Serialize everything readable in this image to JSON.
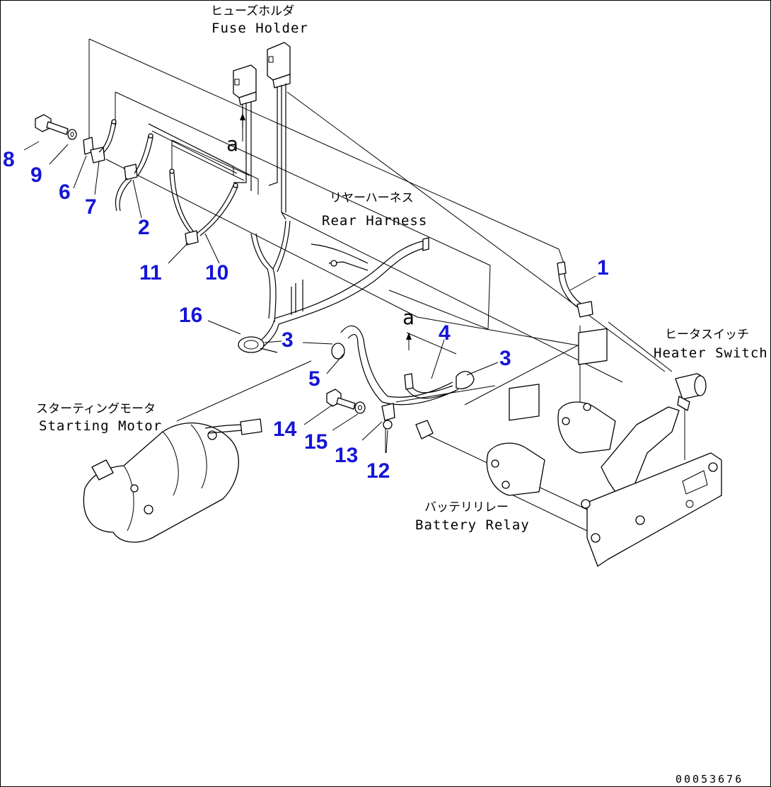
{
  "labels": {
    "fuse_holder_jp": "ヒューズホルダ",
    "fuse_holder_en": "Fuse Holder",
    "rear_harness_jp": "リヤーハーネス",
    "rear_harness_en": "Rear Harness",
    "heater_switch_jp": "ヒータスイッチ",
    "heater_switch_en": "Heater Switch",
    "starting_motor_jp": "スターティングモータ",
    "starting_motor_en": "Starting Motor",
    "battery_relay_jp": "バッテリリレー",
    "battery_relay_en": "Battery Relay"
  },
  "marks": {
    "a_upper": "a",
    "a_lower": "a"
  },
  "callouts": {
    "c1": "1",
    "c2": "2",
    "c3a": "3",
    "c3b": "3",
    "c4": "4",
    "c5": "5",
    "c6": "6",
    "c7": "7",
    "c8": "8",
    "c9": "9",
    "c10": "10",
    "c11": "11",
    "c12": "12",
    "c13": "13",
    "c14": "14",
    "c15": "15",
    "c16": "16"
  },
  "drawing_code": "00053676",
  "colors": {
    "callout": "#1515d6",
    "line": "#000000",
    "background": "#ffffff"
  }
}
